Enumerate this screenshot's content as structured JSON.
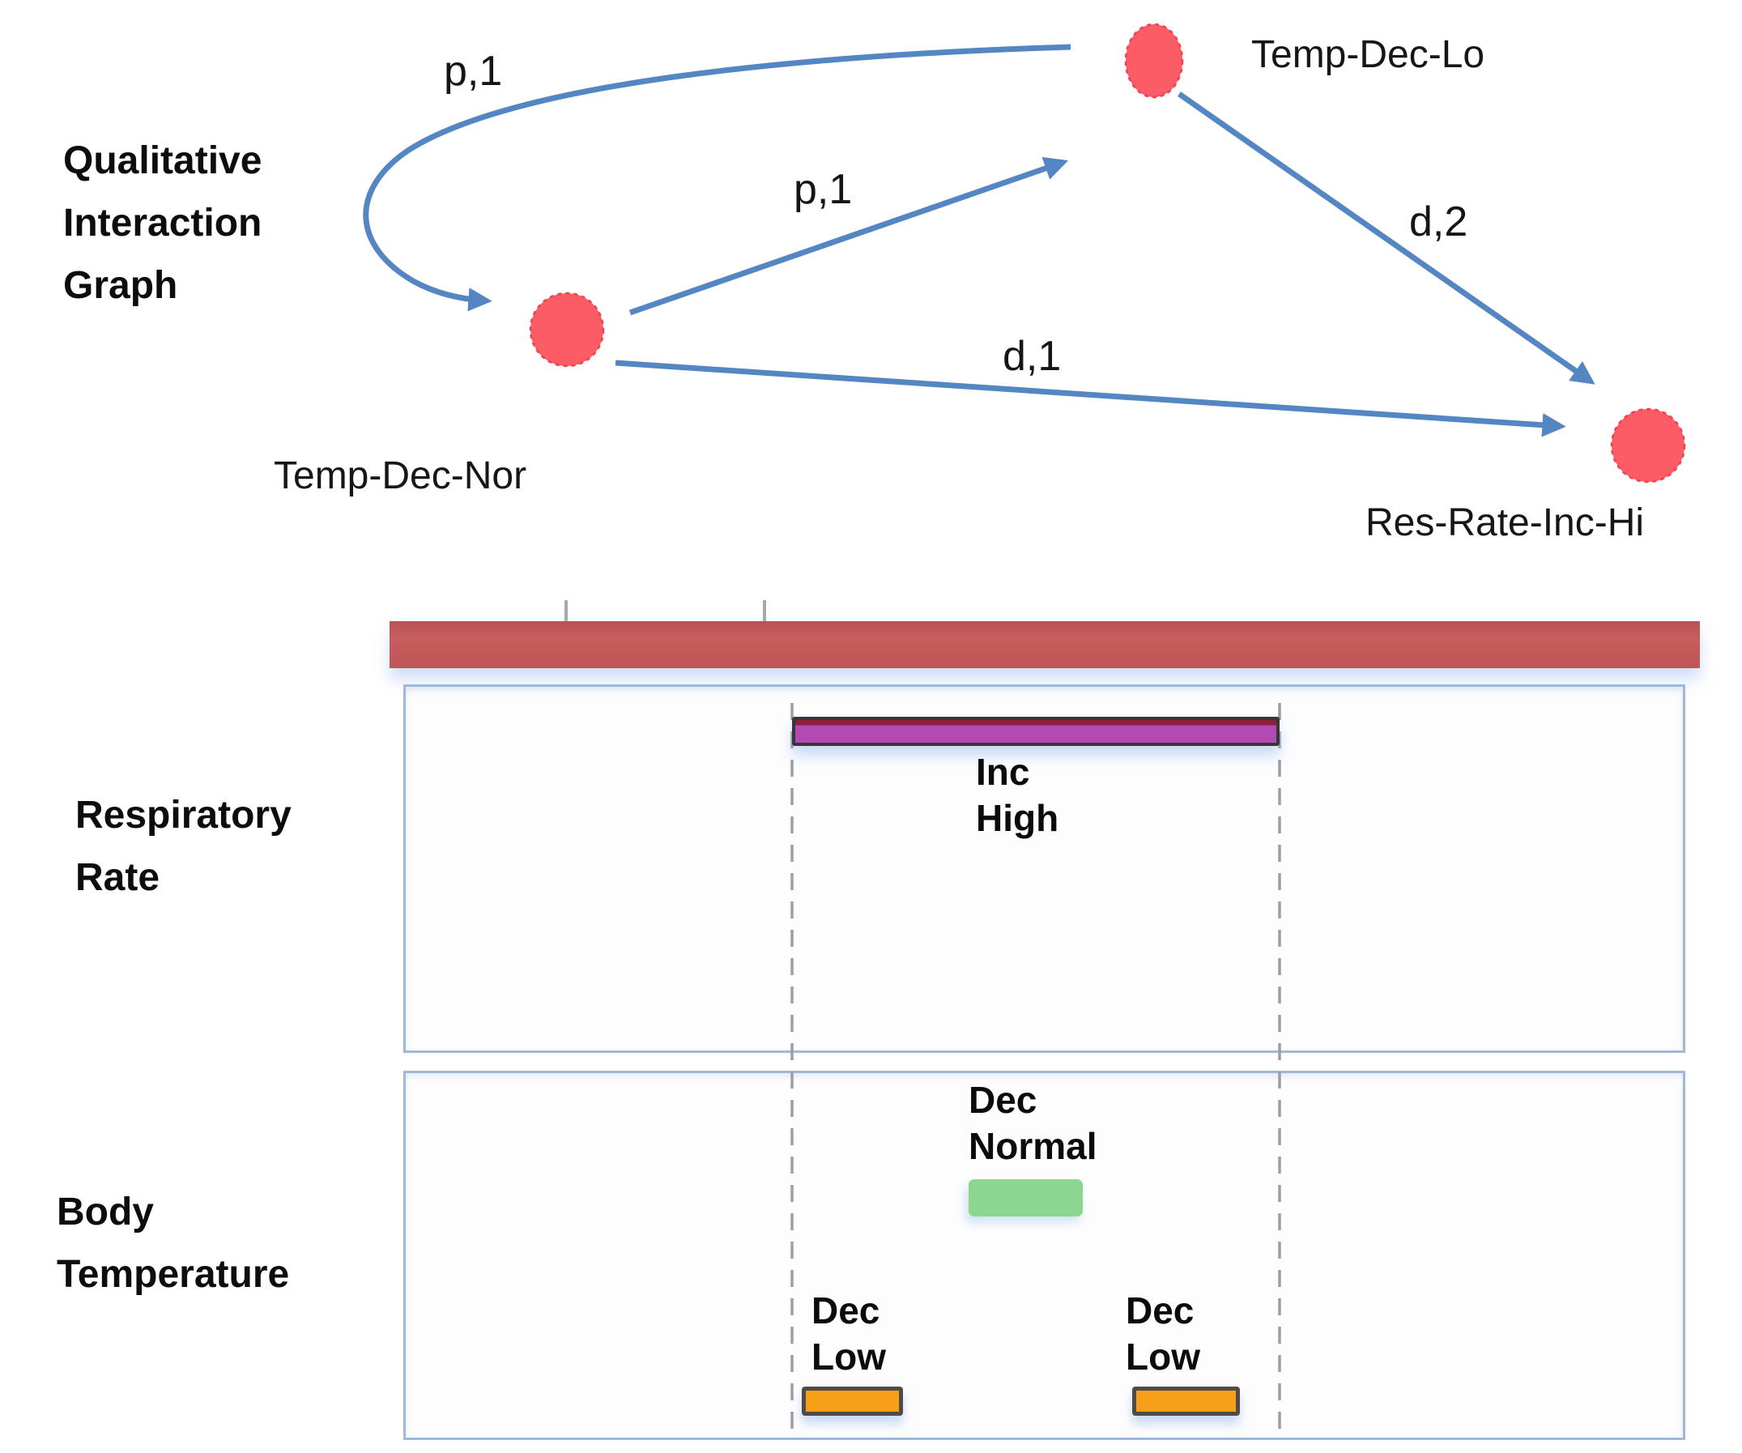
{
  "graph": {
    "title": "Qualitative Interaction Graph",
    "node_color": "#fb5c65",
    "edge_color": "#5586c4",
    "nodes": [
      {
        "id": "temp-dec-lo",
        "label": "Temp-Dec-Lo"
      },
      {
        "id": "temp-dec-nor",
        "label": "Temp-Dec-Nor"
      },
      {
        "id": "res-rate-inc-hi",
        "label": "Res-Rate-Inc-Hi"
      }
    ],
    "edges": [
      {
        "from": "temp-dec-lo",
        "to": "temp-dec-nor",
        "label": "p,1",
        "type": "curved"
      },
      {
        "from": "temp-dec-nor",
        "to": "temp-dec-lo",
        "label": "p,1",
        "type": "straight"
      },
      {
        "from": "temp-dec-nor",
        "to": "res-rate-inc-hi",
        "label": "d,1",
        "type": "straight"
      },
      {
        "from": "temp-dec-lo",
        "to": "res-rate-inc-hi",
        "label": "d,2",
        "type": "straight"
      }
    ]
  },
  "timeline": {
    "header_bar_color": "#c2585a",
    "dashed_guide_color": "#9b9fa3",
    "tracks": [
      {
        "label": "Respiratory Rate",
        "intervals": [
          {
            "label": "Inc High",
            "color": "#b14ab3"
          }
        ]
      },
      {
        "label": "Body Temperature",
        "intervals": [
          {
            "label": "Dec Normal",
            "color": "#8cd78f"
          },
          {
            "label": "Dec Low",
            "color": "#f79f16"
          },
          {
            "label": "Dec Low",
            "color": "#f79f16"
          }
        ]
      }
    ]
  }
}
